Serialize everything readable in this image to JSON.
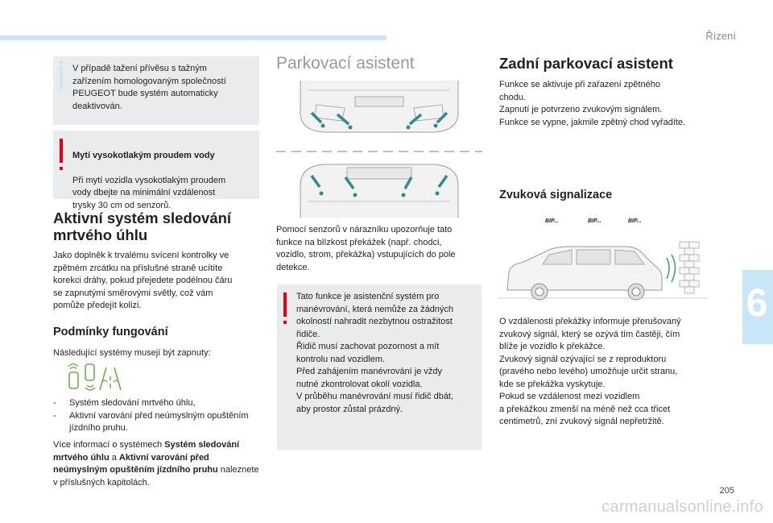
{
  "header": {
    "section": "Řízení",
    "chapter": "6",
    "page_number": "205"
  },
  "watermark": "carmanualsonline.info",
  "left": {
    "info_box": "V případě tažení přívěsu s tažným\nzařízením homologovaným společností\nPEUGEOT bude systém automaticky\ndeaktivován.",
    "warn_box": {
      "title": "Mytí vysokotlakým proudem vody",
      "text": "Při mytí vozidla vysokotlakým proudem\nvody dbejte na minimální vzdálenost\ntrysky 30 cm od senzorů."
    },
    "section_title": "Aktivní systém sledování\nmrtvého úhlu",
    "intro": "Jako doplněk k trvalému svícení kontrolky ve\nzpětném zrcátku na příslušné straně ucítíte\nkorekci dráhy, pokud přejedete podélnou čáru\nse zapnutými směrovými světly, což vám\npomůže předejít kolizi.",
    "conditions_title": "Podmínky fungování",
    "conditions_text": "Následující systémy musejí být zapnuty:",
    "icons": [
      "blind-spot-icon",
      "lane-departure-icon"
    ],
    "list": [
      "Systém sledování mrtvého úhlu,",
      "Aktivní varování před neúmyslným opuštěním jízdního pruhu."
    ],
    "more_info": {
      "a": "Více informací o systémech ",
      "b": "Systém sledování mrtvého úhlu",
      "c": " a ",
      "d": "Aktivní varování před neúmyslným opuštěním jízdního pruhu",
      "e": " naleznete v příslušných kapitolách."
    }
  },
  "middle": {
    "title": "Parkovací asistent",
    "text": "Pomocí senzorů v nárazníku upozorňuje tato\nfunkce na blízkost překážek (např. chodci,\nvozidlo, strom, překážka) vstupujících do pole\ndetekce.",
    "warn_box": "Tato funkce je asistenční systém pro\nmanévrování, která nemůže za žádných\nokolností nahradit nezbytnou ostražitost\nřidiče.\nŘidič musí zachovat pozornost a mít\nkontrolu nad vozidlem.\nPřed zahájením manévrování je vždy\nnutné zkontrolovat okolí vozidla.\nV průběhu manévrování musí řidič dbát,\naby prostor zůstal prázdný."
  },
  "right": {
    "title": "Zadní parkovací asistent",
    "text": "Funkce se aktivuje při zařazení zpětného\nchodu.\nZapnutí je potvrzeno zvukovým signálem.\nFunkce se vypne, jakmile zpětný chod vyřadíte.",
    "sub_title": "Zvuková signalizace",
    "beeps": [
      "BIP...",
      "BIP...",
      "BIP..."
    ],
    "text2": "O vzdálenosti překážky informuje přerušovaný\nzvukový signál, který se ozývá tím častěji, čím\nblíže je vozidlo k překážce.\nZvukový signál ozývající se z reproduktoru\n(pravého nebo levého) umožňuje určit stranu,\nkde se překážka vyskytuje.\nPokud se vzdálenost mezi vozidlem\na překážkou zmenší na méně než cca třicet\ncentimetrů, zní zvukový signál nepřetržitě."
  },
  "colors": {
    "accent_blue": "#c9e6f7",
    "warning_red": "#e2001a",
    "sensor_teal": "#2f8c8a",
    "box_grey": "#eaebec"
  }
}
